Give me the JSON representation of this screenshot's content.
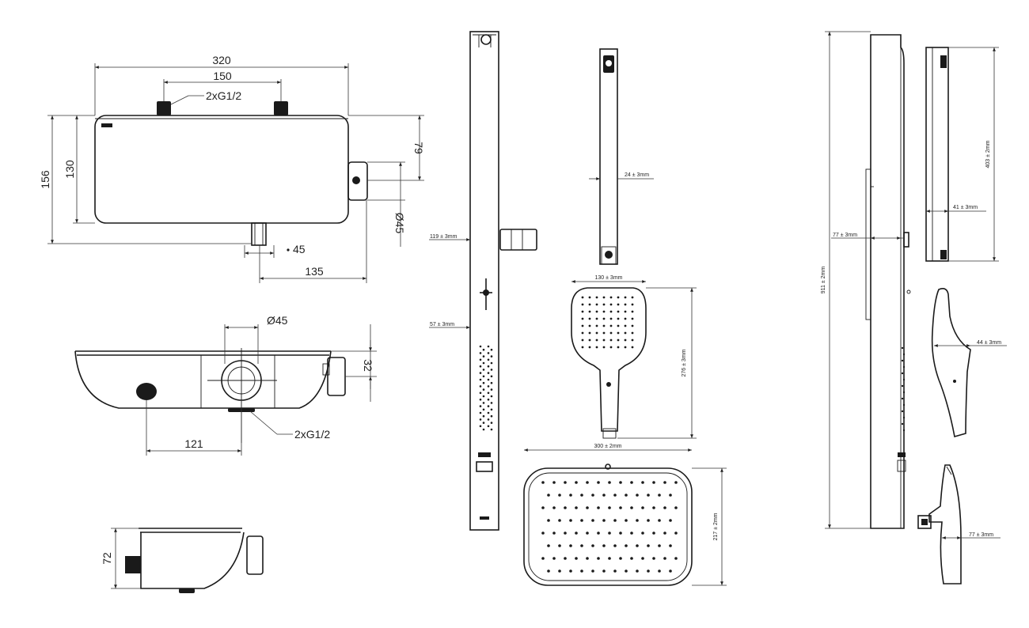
{
  "mixer_top": {
    "width": "320",
    "inlet_spacing": "150",
    "inlets": "2xG1/2",
    "height_total": "156",
    "height_body": "130",
    "knob_offset": "79",
    "knob_diameter": "Ø45",
    "outlet_offset": "45",
    "outlet_distance": "135"
  },
  "mixer_plan": {
    "knob_diameter": "Ø45",
    "depth": "32",
    "spacing": "121",
    "inlets": "2xG1/2"
  },
  "mixer_side": {
    "height": "72"
  },
  "panel": {
    "width_dim": "119 ± 3mm",
    "depth_dim": "57 ± 3mm"
  },
  "slide_rail": {
    "width_dim": "24 ± 3mm"
  },
  "hand_shower": {
    "width_dim": "130 ± 3mm",
    "length_dim": "276 ± 3mm"
  },
  "head_shower": {
    "width_dim": "300 ± 2mm",
    "depth_dim": "217 ± 2mm"
  },
  "column_side": {
    "height_dim": "911 ± 2mm",
    "depth_dim": "77 ± 3mm",
    "rail_height_dim": "403 ± 2mm",
    "rail_depth_dim": "41 ± 3mm",
    "hand_depth_dim": "44 ± 3mm",
    "head_depth_dim": "77 ± 3mm"
  }
}
